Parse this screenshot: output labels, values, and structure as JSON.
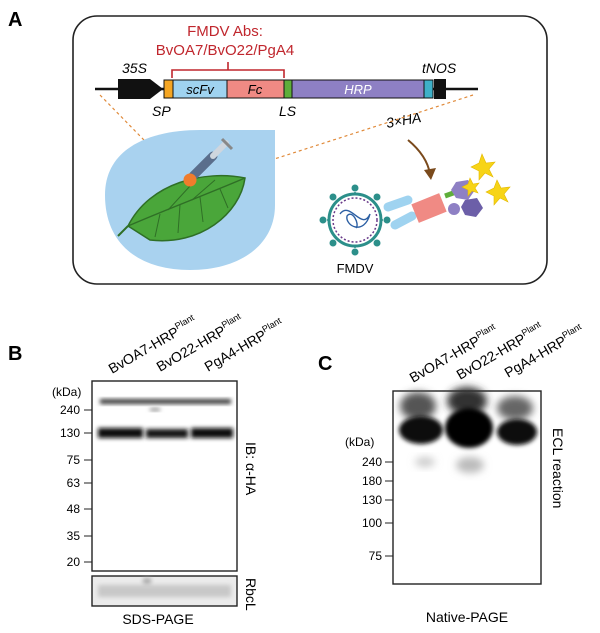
{
  "panel_a": {
    "label": "A",
    "abs_title": "FMDV Abs:",
    "abs_names": "BvOA7/BvO22/PgA4",
    "promoter": "35S",
    "terminator": "tNOS",
    "segments": {
      "sp": "SP",
      "scfv": "scFv",
      "fc": "Fc",
      "ls": "LS",
      "hrp": "HRP",
      "tag": "3×HA"
    },
    "virus_label": "FMDV",
    "colors": {
      "abs_text": "#c0262d",
      "sp": "#f5a623",
      "scfv": "#9fd3f0",
      "fc": "#f08a84",
      "ls": "#5fae3a",
      "hrp": "#8e80c4",
      "tag": "#3fb0c8",
      "leaf": "#4aa63a",
      "droplet": "#a9d2ef",
      "virus": "#2c8f8a",
      "star": "#f7d417"
    }
  },
  "panel_b": {
    "label": "B",
    "lanes": [
      "BvOA7-HRP",
      "BvO22-HRP",
      "PgA4-HRP"
    ],
    "lane_superscript": "Plant",
    "unit": "(kDa)",
    "markers": [
      "240",
      "130",
      "75",
      "63",
      "48",
      "35",
      "20"
    ],
    "side_label": "IB: α-HA",
    "loading_label": "RbcL",
    "caption": "SDS-PAGE"
  },
  "panel_c": {
    "label": "C",
    "lanes": [
      "BvOA7-HRP",
      "BvO22-HRP",
      "PgA4-HRP"
    ],
    "lane_superscript": "Plant",
    "unit": "(kDa)",
    "markers": [
      "240",
      "180",
      "130",
      "100",
      "75"
    ],
    "side_label": "ECL reaction",
    "caption": "Native-PAGE"
  }
}
